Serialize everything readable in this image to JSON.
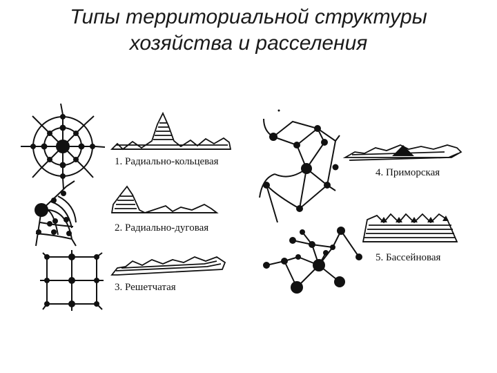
{
  "title": {
    "line1": "Типы территориальной структуры",
    "line2": "хозяйства и расселения"
  },
  "types": [
    {
      "label": "1. Радиально-кольцевая"
    },
    {
      "label": "2. Радиально-дуговая"
    },
    {
      "label": "3. Решетчатая"
    },
    {
      "label": "4. Приморская"
    },
    {
      "label": "5. Бассейновая"
    }
  ],
  "colors": {
    "ink": "#111111",
    "title": "#1a1a1a"
  }
}
